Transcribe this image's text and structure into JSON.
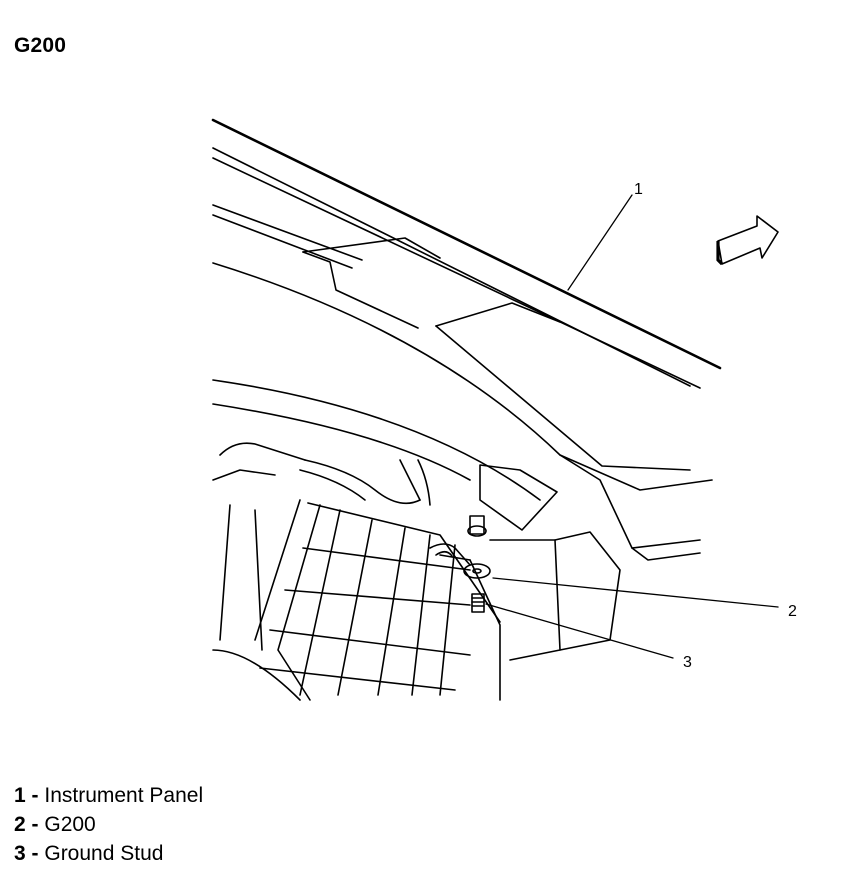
{
  "title": "G200",
  "callouts": [
    {
      "number": "1",
      "label": "Instrument Panel"
    },
    {
      "number": "2",
      "label": "G200"
    },
    {
      "number": "3",
      "label": "Ground Stud"
    }
  ],
  "legend": [
    {
      "number": "1",
      "separator": " - ",
      "label": "Instrument Panel"
    },
    {
      "number": "2",
      "separator": " - ",
      "label": "G200"
    },
    {
      "number": "3",
      "separator": " - ",
      "label": "Ground Stud"
    }
  ],
  "icons": [
    "forward-arrow-icon"
  ],
  "colors": {
    "line": "#000000",
    "background": "#ffffff"
  }
}
